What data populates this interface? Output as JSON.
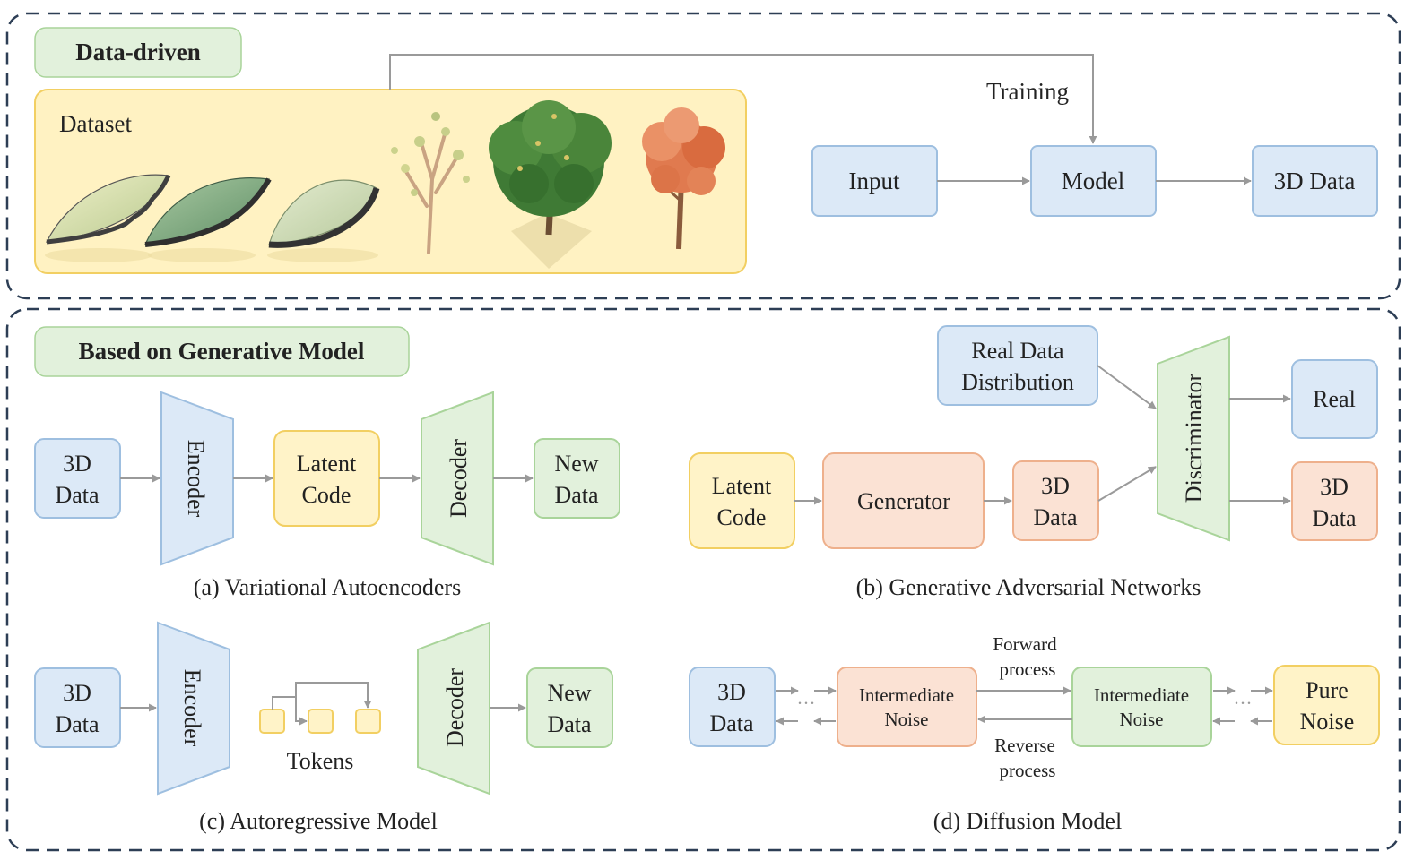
{
  "colors": {
    "frame": "#2d3e55",
    "blue_fill": "#dce9f7",
    "blue_stroke": "#9ebfe0",
    "green_fill": "#e2f1dc",
    "green_stroke": "#a9d49a",
    "yellow_fill": "#fff3c8",
    "yellow_stroke": "#f2cf62",
    "orange_fill": "#fbe2d4",
    "orange_stroke": "#eeb08c",
    "arrow": "#9a9a9a"
  },
  "data_driven": {
    "title": "Data-driven",
    "dataset_label": "Dataset",
    "training_label": "Training",
    "input_label": "Input",
    "model_label": "Model",
    "output_label": "3D Data"
  },
  "generative": {
    "title": "Based on Generative Model",
    "vae": {
      "input_line1": "3D",
      "input_line2": "Data",
      "encoder": "Encoder",
      "latent_line1": "Latent",
      "latent_line2": "Code",
      "decoder": "Decoder",
      "output_line1": "New",
      "output_line2": "Data",
      "caption": "(a) Variational Autoencoders"
    },
    "gan": {
      "real_line1": "Real Data",
      "real_line2": "Distribution",
      "discriminator": "Discriminator",
      "real_out": "Real",
      "latent_line1": "Latent",
      "latent_line2": "Code",
      "generator": "Generator",
      "gen_out_line1": "3D",
      "gen_out_line2": "Data",
      "fake_out_line1": "3D",
      "fake_out_line2": "Data",
      "caption": "(b) Generative Adversarial Networks"
    },
    "ar": {
      "input_line1": "3D",
      "input_line2": "Data",
      "encoder": "Encoder",
      "tokens": "Tokens",
      "decoder": "Decoder",
      "output_line1": "New",
      "output_line2": "Data",
      "caption": "(c) Autoregressive Model"
    },
    "diffusion": {
      "data_line1": "3D",
      "data_line2": "Data",
      "noise1_line1": "Intermediate",
      "noise1_line2": "Noise",
      "noise2_line1": "Intermediate",
      "noise2_line2": "Noise",
      "pure_line1": "Pure",
      "pure_line2": "Noise",
      "forward_line1": "Forward",
      "forward_line2": "process",
      "reverse_line1": "Reverse",
      "reverse_line2": "process",
      "ellipsis": "···",
      "caption": "(d) Diffusion Model"
    }
  }
}
